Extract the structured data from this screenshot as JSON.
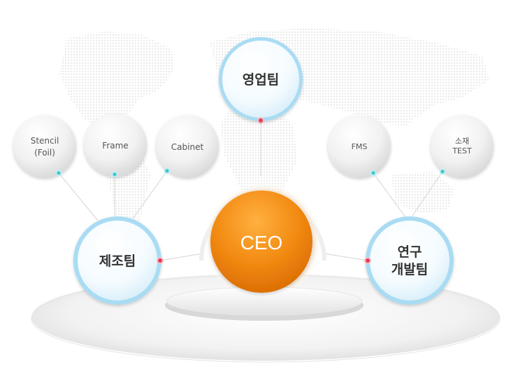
{
  "ceo": {
    "label": "CEO"
  },
  "departments": {
    "sales": {
      "label": "영업팀"
    },
    "manufacturing": {
      "label": "제조팀"
    },
    "rnd": {
      "line1": "연구",
      "line2": "개발팀"
    }
  },
  "sub_units": {
    "stencil": {
      "line1": "Stencil",
      "line2": "(Foil)"
    },
    "frame": {
      "label": "Frame"
    },
    "cabinet": {
      "label": "Cabinet"
    },
    "fms": {
      "label": "FMS"
    },
    "material": {
      "line1": "소재",
      "line2": "TEST"
    }
  },
  "colors": {
    "ceo_orange": "#f08010",
    "dept_blue_ring": "#a9dcf3",
    "sub_gray": "#efefef",
    "dot_red": "#e0405a",
    "dot_cyan": "#3fc4d0"
  }
}
